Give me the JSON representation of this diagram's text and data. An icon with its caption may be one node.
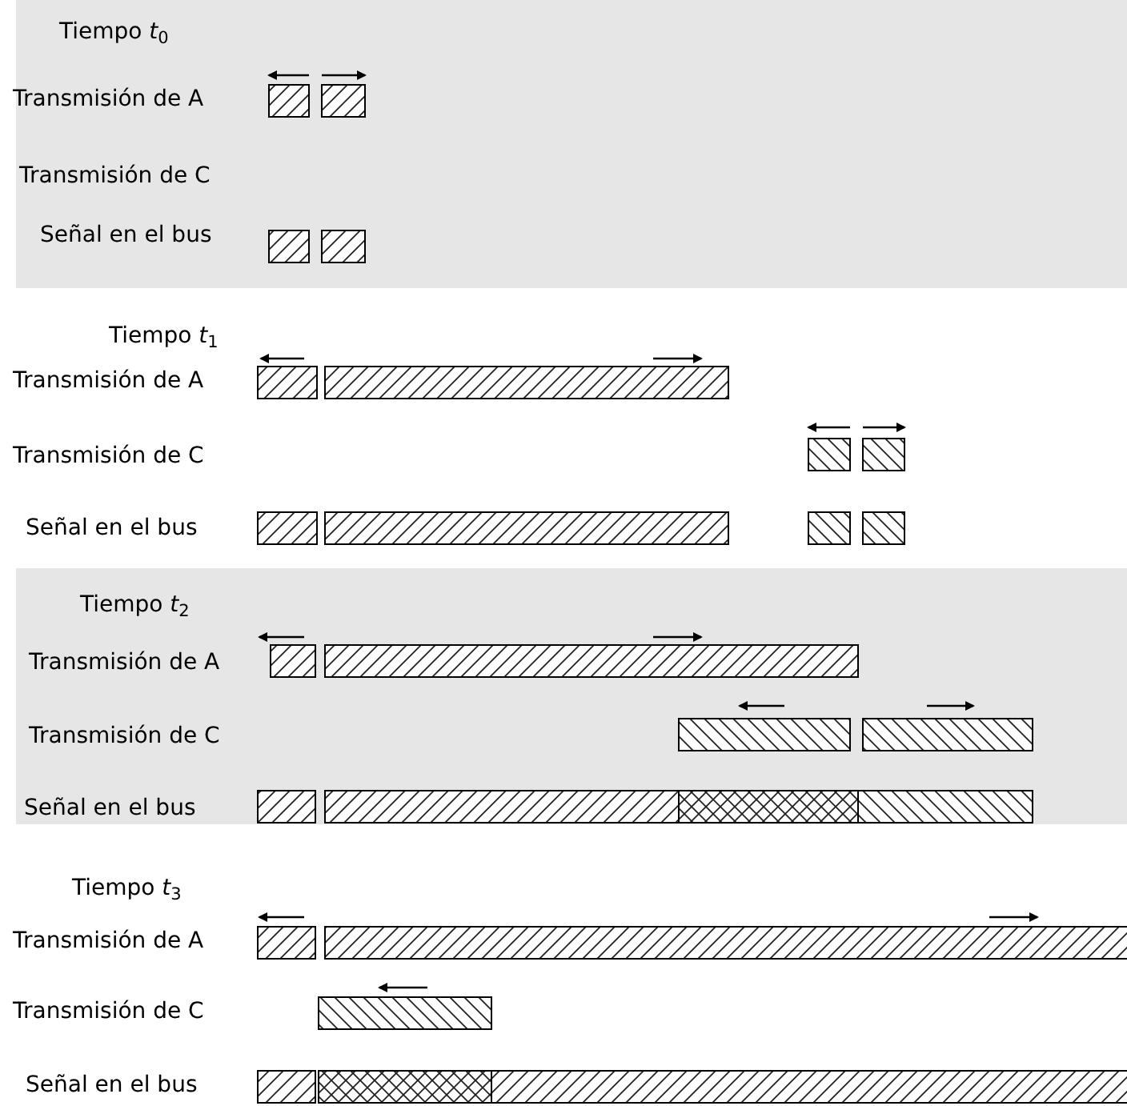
{
  "diagram": {
    "nodes": [
      {
        "text": [
          "Tiempo *t*$_{0}$",
          "Transmisión de A",
          "Transmisión de C",
          "Señal en el bus"
        ]
      },
      {
        "text": [
          "Tiempo *t*$_{1}$",
          "Transmisión de A",
          "Transmisión de C",
          "Señal en el bus"
        ]
      },
      {
        "text": [
          "Tiempo *t*$_{2}$",
          "Transmisión de A",
          "Transmisión de C",
          "Señal en el bus"
        ]
      },
      {
        "text": [
          "Tiempo *t*$_{3}$",
          "Transmisión de A",
          "Transmisión de C",
          "Señal en el bus"
        ]
      }
    ],
    "edges": []
  }
}
